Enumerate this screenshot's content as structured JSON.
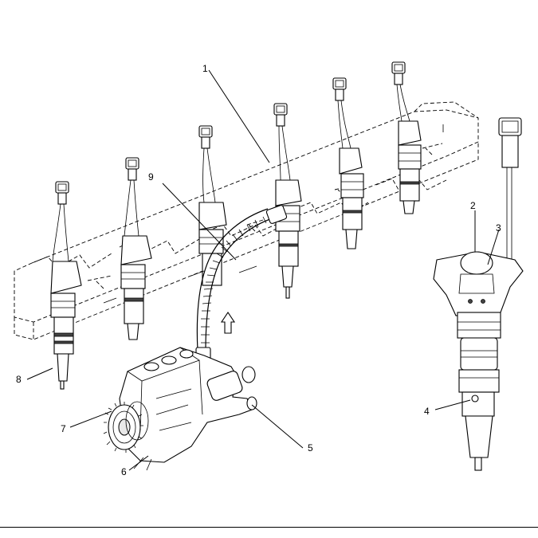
{
  "figure": {
    "callouts": [
      "1",
      "2",
      "3",
      "4",
      "5",
      "6",
      "7",
      "8",
      "9"
    ]
  },
  "colors": {
    "line": "#000000",
    "background": "#ffffff"
  }
}
